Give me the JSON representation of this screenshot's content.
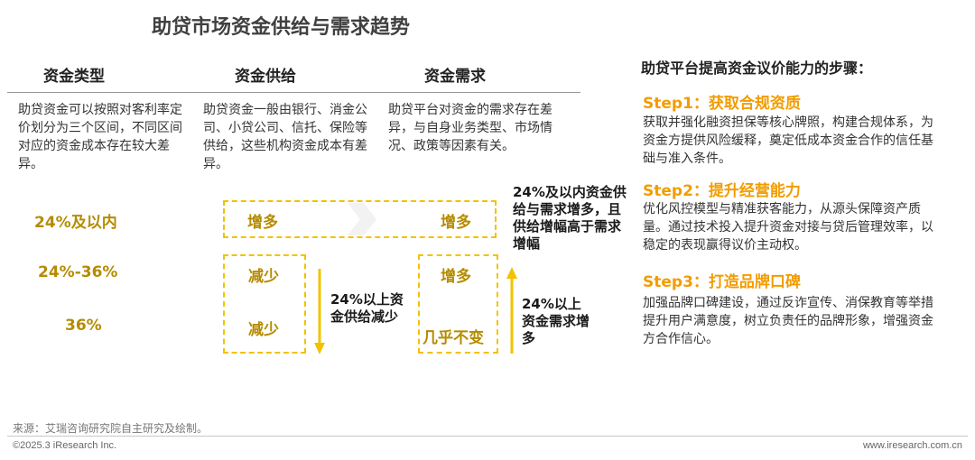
{
  "title": "助贷市场资金供给与需求趋势",
  "columns": {
    "type": "资金类型",
    "supply": "资金供给",
    "demand": "资金需求"
  },
  "descriptions": {
    "type": "助贷资金可以按照对客利率定价划分为三个区间，不同区间对应的资金成本存在较大差异。",
    "supply": "助贷资金一般由银行、消金公司、小贷公司、信托、保险等供给，这些机构资金成本有差异。",
    "demand": "助贷平台对资金的需求存在差异，与自身业务类型、市场情况、政策等因素有关。"
  },
  "rows": [
    {
      "label": "24%及以内",
      "supply": "增多",
      "demand": "增多"
    },
    {
      "label": "24%-36%",
      "supply": "减少",
      "demand": "增多"
    },
    {
      "label": "36%",
      "supply": "减少",
      "demand": "几乎不变"
    }
  ],
  "notes": {
    "top": "24%及以内资金供给与需求增多，且供给增幅高于需求增幅",
    "supply_arrow": "24%以上资金供给减少",
    "demand_arrow": "24%以上资金需求增多"
  },
  "right_panel": {
    "title": "助贷平台提高资金议价能力的步骤：",
    "steps": [
      {
        "title": "Step1：获取合规资质",
        "text": "获取并强化融资担保等核心牌照，构建合规体系，为资金方提供风险缓释，奠定低成本资金合作的信任基础与准入条件。"
      },
      {
        "title": "Step2：提升经营能力",
        "text": "优化风控模型与精准获客能力，从源头保障资产质量。通过技术投入提升资金对接与贷后管理效率，以稳定的表现赢得议价主动权。"
      },
      {
        "title": "Step3：打造品牌口碑",
        "text": "加强品牌口碑建设，通过反诈宣传、消保教育等举措提升用户满意度，树立负责任的品牌形象，增强资金方合作信心。"
      }
    ]
  },
  "footer": {
    "source": "来源：艾瑞咨询研究院自主研究及绘制。",
    "copyright": "©2025.3 iResearch Inc.",
    "website": "www.iresearch.com.cn"
  },
  "colors": {
    "accent_gold": "#b58b00",
    "dash_yellow": "#f2c200",
    "step_orange": "#f29c00"
  }
}
